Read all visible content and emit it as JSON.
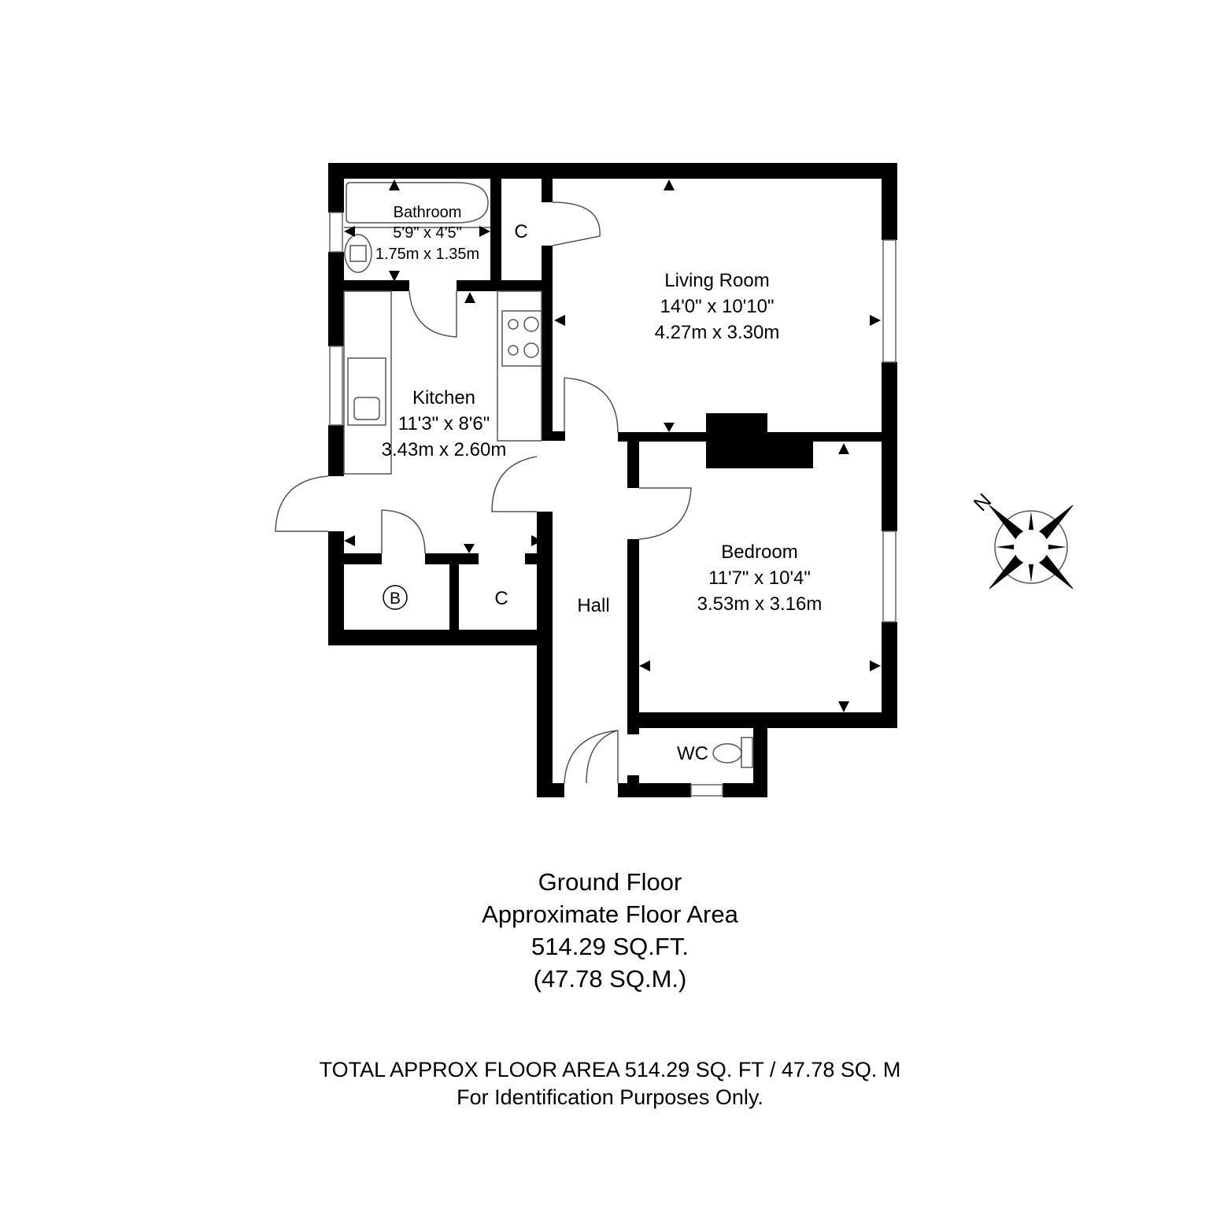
{
  "rooms": {
    "bathroom": {
      "name": "Bathroom",
      "imperial": "5'9\" x 4'5\"",
      "metric": "1.75m x 1.35m"
    },
    "cupboard_top": {
      "name": "C"
    },
    "living_room": {
      "name": "Living Room",
      "imperial": "14'0\" x 10'10\"",
      "metric": "4.27m x 3.30m"
    },
    "kitchen": {
      "name": "Kitchen",
      "imperial": "11'3\" x 8'6\"",
      "metric": "3.43m x 2.60m"
    },
    "boiler": {
      "name": "B"
    },
    "cupboard_bottom": {
      "name": "C"
    },
    "hall": {
      "name": "Hall"
    },
    "bedroom": {
      "name": "Bedroom",
      "imperial": "11'7\" x 10'4\"",
      "metric": "3.53m x 3.16m"
    },
    "wc": {
      "name": "WC"
    }
  },
  "compass": {
    "label": "N"
  },
  "summary": {
    "floor": "Ground Floor",
    "area_label": "Approximate Floor Area",
    "sqft": "514.29 SQ.FT.",
    "sqm": "(47.78 SQ.M.)"
  },
  "footer": {
    "total": "TOTAL APPROX FLOOR AREA 514.29 SQ. FT / 47.78 SQ. M",
    "disclaimer": "For Identification Purposes Only."
  }
}
